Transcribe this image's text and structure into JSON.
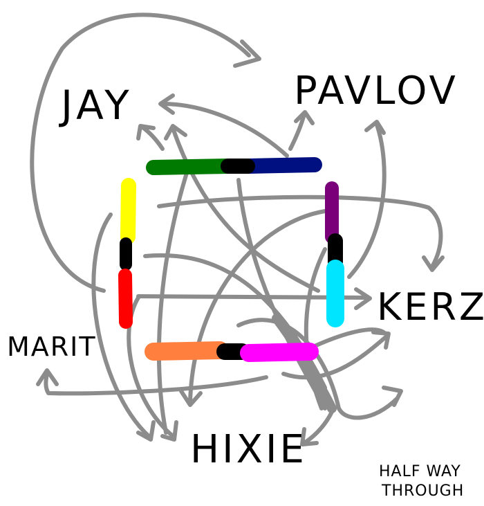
{
  "labels": {
    "jay": "JAY",
    "pavlov": "PAVLOV",
    "kerz": "KERZ",
    "marit": "MARIT",
    "hixie": "HIXIE",
    "note_line1": "HALF WAY",
    "note_line2": "THROUGH"
  },
  "colors": {
    "arrows": "#8c8c8c",
    "green": "#007a00",
    "navy": "#001080",
    "purple": "#7a007a",
    "cyan": "#00e5ff",
    "magenta": "#ff00ff",
    "orange": "#ff7f3f",
    "red": "#ff0000",
    "yellow": "#ffff00",
    "joint": "#000000"
  }
}
